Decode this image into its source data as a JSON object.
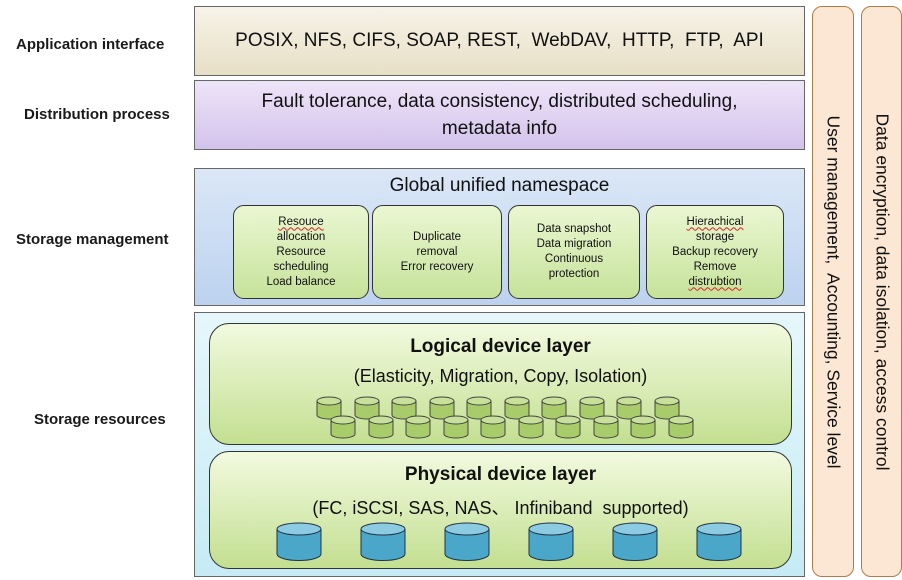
{
  "rows": {
    "application": "Application interface",
    "distribution": "Distribution process",
    "storage_management": "Storage management",
    "storage_resources": "Storage resources"
  },
  "application_layer": {
    "text": "POSIX, NFS, CIFS, SOAP, REST,  WebDAV,  HTTP,  FTP,  API"
  },
  "distribution_layer": {
    "line1": "Fault tolerance, data consistency, distributed scheduling,",
    "line2": "metadata info"
  },
  "storage_management_layer": {
    "title": "Global unified namespace",
    "boxes": [
      {
        "lines": [
          "Resouce",
          "allocation",
          "Resource",
          "scheduling",
          "Load balance"
        ]
      },
      {
        "lines": [
          "Duplicate",
          "removal",
          "Error recovery"
        ]
      },
      {
        "lines": [
          "Data snapshot",
          "Data migration",
          "Continuous",
          "protection"
        ]
      },
      {
        "lines": [
          "Hierachical",
          "storage",
          "Backup recovery",
          "Remove",
          "distrubtion"
        ]
      }
    ]
  },
  "logical_layer": {
    "title": "Logical device layer",
    "desc": "(Elasticity, Migration, Copy, Isolation)",
    "icon": "green-cylinder-icon",
    "count": 20
  },
  "physical_layer": {
    "title": "Physical device layer",
    "desc": "(FC, iSCSI, SAS, NAS、 Infiniband  supported)",
    "icon": "blue-disk-icon",
    "count": 6
  },
  "side_bars": {
    "management": "User management,  Accounting, Service level",
    "security": "Data encryption, data isolation, access control"
  },
  "colors": {
    "application_fill": "#eee8d4",
    "distribution_fill": "#dccfee",
    "storage_management_fill": "#c7d9f2",
    "storage_resources_fill": "#d4f0f8",
    "cylinder_green": "#a9cc6a",
    "disk_blue": "#4ba7c9",
    "side_fill": "#fbe7d3"
  }
}
